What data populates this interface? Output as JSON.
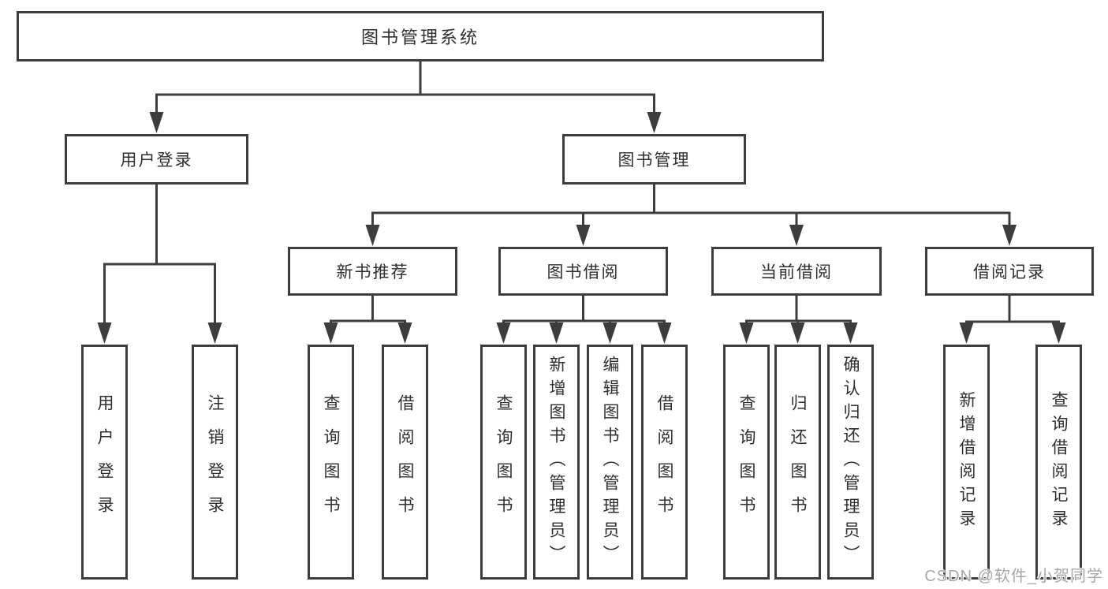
{
  "colors": {
    "line": "#3d3d3d",
    "box_border": "#3d3d3d",
    "text": "#2f2f2f",
    "watermark": "#a8a8a8",
    "background": "#ffffff"
  },
  "watermark": {
    "text": "CSDN @软件_小贺同学"
  },
  "tree": {
    "label": "图书管理系统",
    "children": [
      {
        "label": "用户登录",
        "children": [
          {
            "label": "用户登录"
          },
          {
            "label": "注销登录"
          }
        ]
      },
      {
        "label": "图书管理",
        "children": [
          {
            "label": "新书推荐",
            "children": [
              {
                "label": "查询图书"
              },
              {
                "label": "借阅图书"
              }
            ]
          },
          {
            "label": "图书借阅",
            "children": [
              {
                "label": "查询图书"
              },
              {
                "label": "新增图书（管理员）"
              },
              {
                "label": "编辑图书（管理员）"
              },
              {
                "label": "借阅图书"
              }
            ]
          },
          {
            "label": "当前借阅",
            "children": [
              {
                "label": "查询图书"
              },
              {
                "label": "归还图书"
              },
              {
                "label": "确认归还（管理员）"
              }
            ]
          },
          {
            "label": "借阅记录",
            "children": [
              {
                "label": "新增借阅记录"
              },
              {
                "label": "查询借阅记录"
              }
            ]
          }
        ]
      }
    ]
  }
}
